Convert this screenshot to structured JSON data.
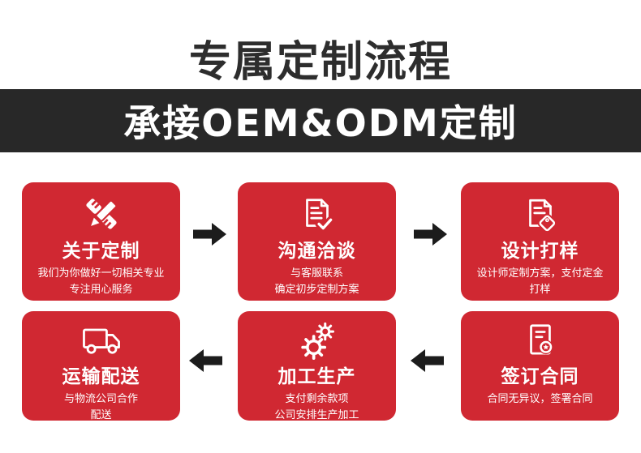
{
  "header": {
    "title": "专属定制流程",
    "banner": "承接OEM&ODM定制"
  },
  "colors": {
    "card_red": "#d02832",
    "banner_dark": "#282828",
    "arrow_black": "#1c1c1c",
    "text_white": "#ffffff",
    "title_dark": "#2d2d2d"
  },
  "steps": [
    {
      "icon": "design-tools-icon",
      "title": "关于定制",
      "lines": [
        "我们为你做好一切相关专业",
        "专注用心服务"
      ]
    },
    {
      "icon": "document-check-icon",
      "title": "沟通洽谈",
      "lines": [
        "与客服联系",
        "确定初步定制方案"
      ]
    },
    {
      "icon": "document-tag-icon",
      "title": "设计打样",
      "lines": [
        "设计师定制方案，支付定金",
        "打样"
      ]
    },
    {
      "icon": "contract-seal-icon",
      "title": "签订合同",
      "lines": [
        "合同无异议，签署合同"
      ]
    },
    {
      "icon": "gears-icon",
      "title": "加工生产",
      "lines": [
        "支付剩余款项",
        "公司安排生产加工"
      ]
    },
    {
      "icon": "truck-icon",
      "title": "运输配送",
      "lines": [
        "与物流公司合作",
        "配送"
      ]
    }
  ]
}
